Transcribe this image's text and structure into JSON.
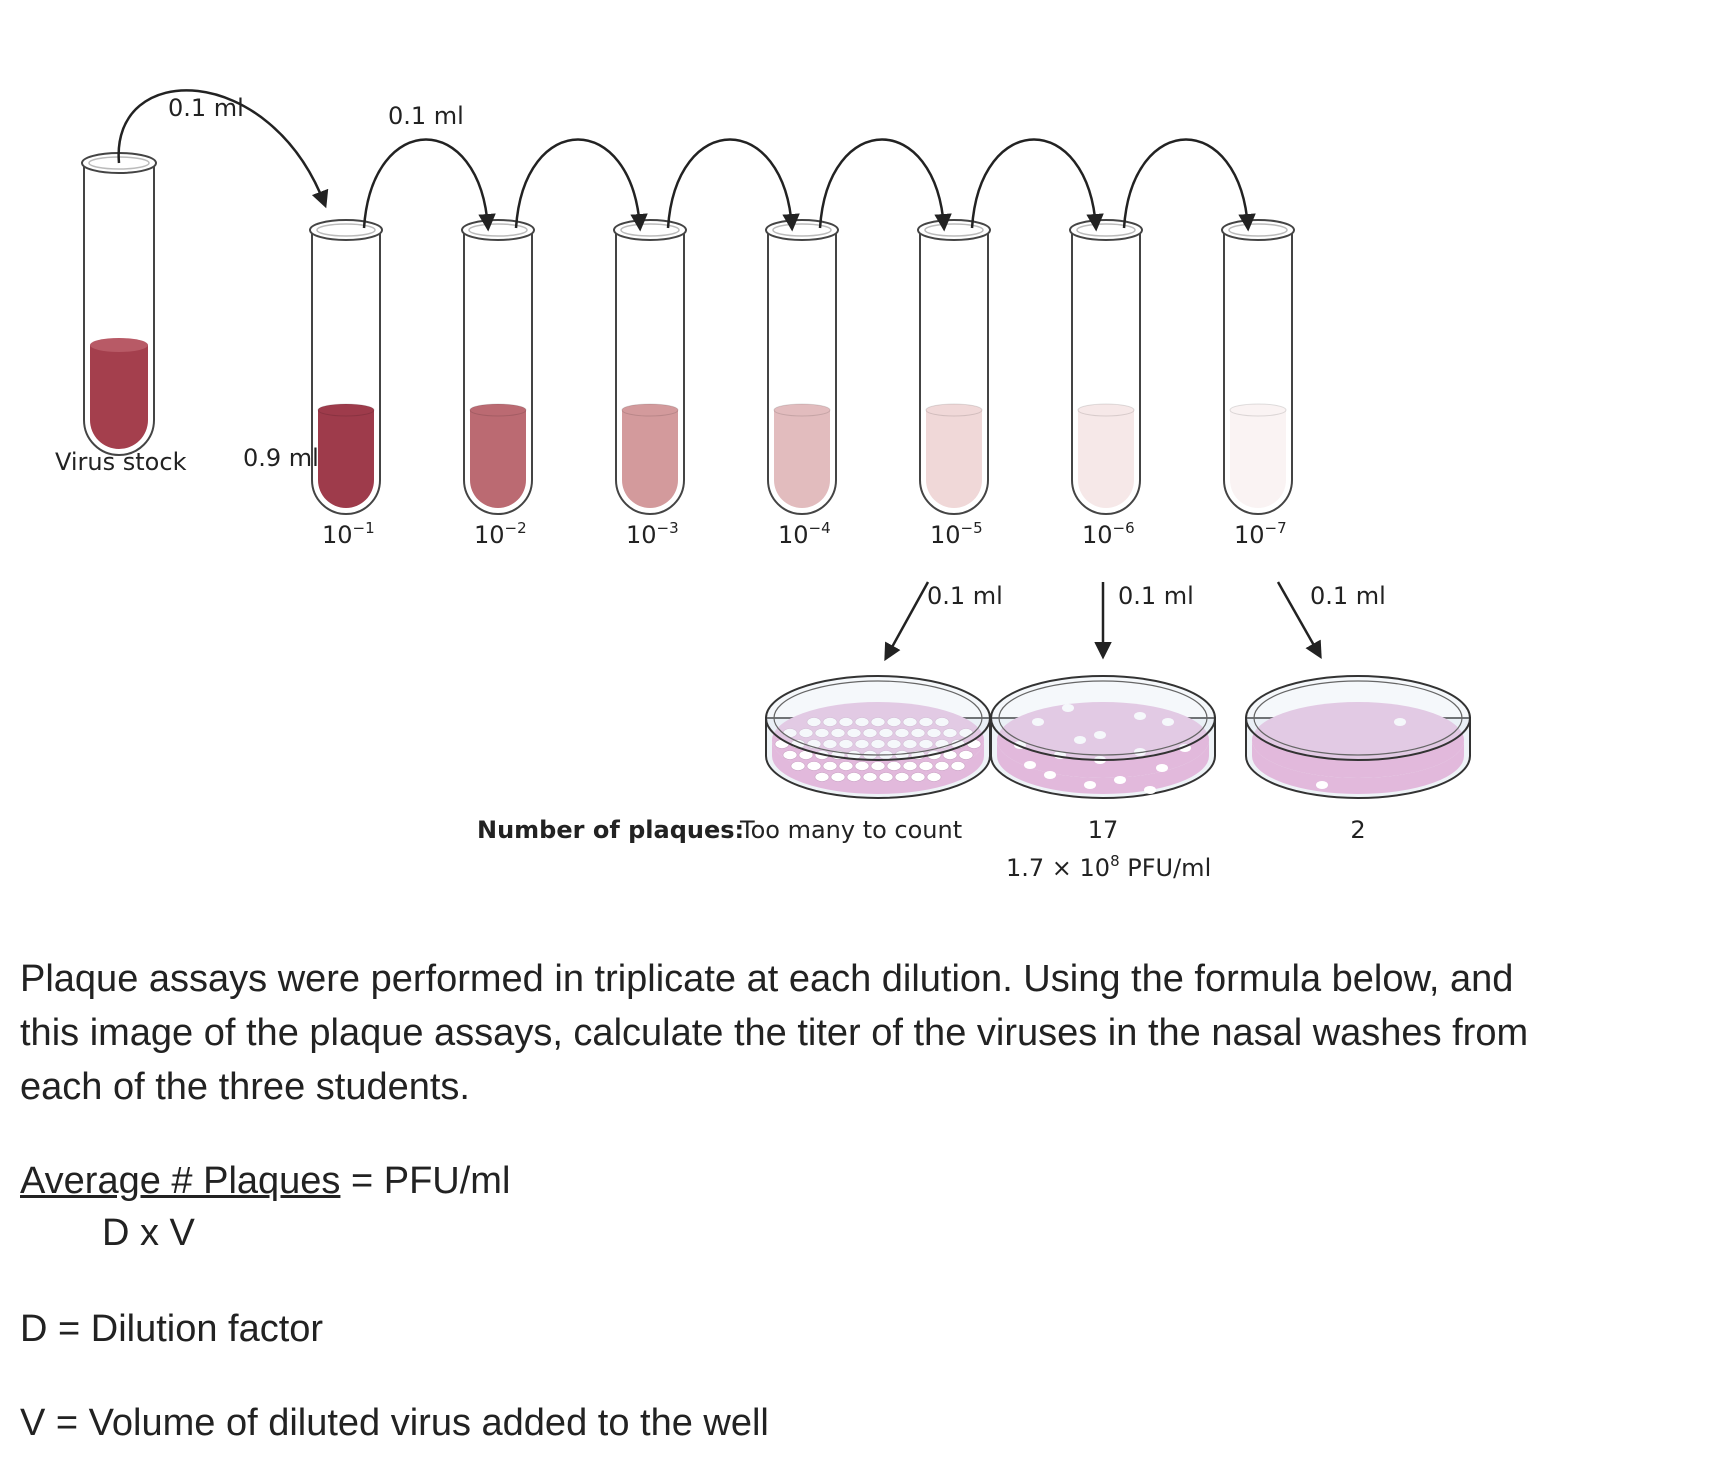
{
  "diagram": {
    "stock_label": "Virus stock",
    "transfer_volume_top_first": "0.1 ml",
    "transfer_volume_top_second": "0.1 ml",
    "diluent_volume": "0.9 ml",
    "tubes": [
      {
        "base": "10",
        "exp": "−1",
        "color": "#9e3b4b"
      },
      {
        "base": "10",
        "exp": "−2",
        "color": "#bb6a72"
      },
      {
        "base": "10",
        "exp": "−3",
        "color": "#d39a9c"
      },
      {
        "base": "10",
        "exp": "−4",
        "color": "#e2bcbe"
      },
      {
        "base": "10",
        "exp": "−5",
        "color": "#f0d8d8"
      },
      {
        "base": "10",
        "exp": "−6",
        "color": "#f6e8e8"
      },
      {
        "base": "10",
        "exp": "−7",
        "color": "#faf3f3"
      }
    ],
    "stock_color": "#a43f4d",
    "plating_volumes": [
      "0.1 ml",
      "0.1 ml",
      "0.1 ml"
    ],
    "plaques_label": "Number of plaques:",
    "plate_counts": [
      "Too many to count",
      "17",
      "2"
    ],
    "titer_result": {
      "prefix": "1.7 × 10",
      "exp": "8",
      "suffix": " PFU/ml"
    },
    "plate_color": "#e2b9dc",
    "plaque_color": "#ffffff"
  },
  "text": {
    "question": "Plaque assays were performed in triplicate at each dilution. Using the formula below, and this image of the plaque assays, calculate the titer of the viruses in the nasal washes from each of the three students.",
    "formula_numerator": "Average # Plaques",
    "formula_rhs": " = PFU/ml",
    "formula_denominator": "D x V",
    "def_d": "D = Dilution factor",
    "def_v": "V = Volume of diluted virus added to the well"
  }
}
